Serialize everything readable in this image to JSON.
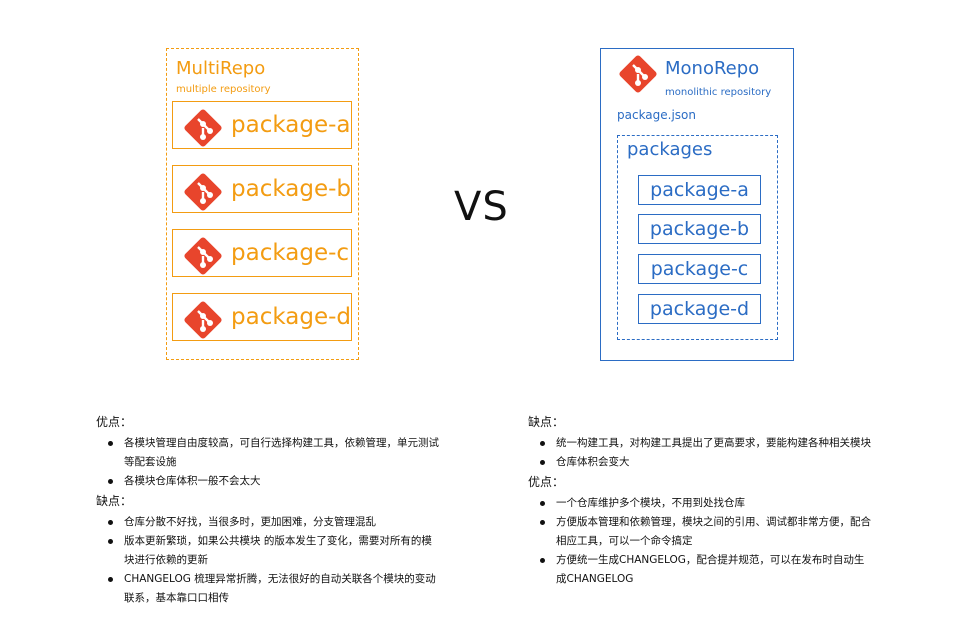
{
  "left": {
    "title": "MultiRepo",
    "subtitle": "multiple repository",
    "packages": [
      "package-a",
      "package-b",
      "package-c",
      "package-d"
    ]
  },
  "vs": "VS",
  "right": {
    "title": "MonoRepo",
    "subtitle": "monolithic repository",
    "package_json": "package.json",
    "packages_label": "packages",
    "packages": [
      "package-a",
      "package-b",
      "package-c",
      "package-d"
    ]
  },
  "left_text": {
    "pros_head": "优点：",
    "pros": [
      "各模块管理自由度较高，可自行选择构建工具，依赖管理，单元测试等配套设施",
      "各模块仓库体积一般不会太大"
    ],
    "cons_head": "缺点：",
    "cons": [
      "仓库分散不好找，当很多时，更加困难，分支管理混乱",
      "版本更新繁琐，如果公共模块 的版本发生了变化，需要对所有的模块进行依赖的更新",
      "CHANGELOG 梳理异常折腾，无法很好的自动关联各个模块的变动联系，基本靠口口相传"
    ]
  },
  "right_text": {
    "cons_head": "缺点：",
    "cons": [
      "统一构建工具，对构建工具提出了更高要求，要能构建各种相关模块",
      "仓库体积会变大"
    ],
    "pros_head": "优点：",
    "pros": [
      "一个仓库维护多个模块，不用到处找仓库",
      "方便版本管理和依赖管理，模块之间的引用、调试都非常方便，配合相应工具，可以一个命令搞定",
      "方便统一生成CHANGELOG，配合提并规范，可以在发布时自动生成CHANGELOG"
    ]
  },
  "colors": {
    "orange": "#f39c12",
    "blue": "#2b6cc4",
    "git_red": "#e8452c"
  },
  "icons": {
    "git": "git-icon"
  }
}
